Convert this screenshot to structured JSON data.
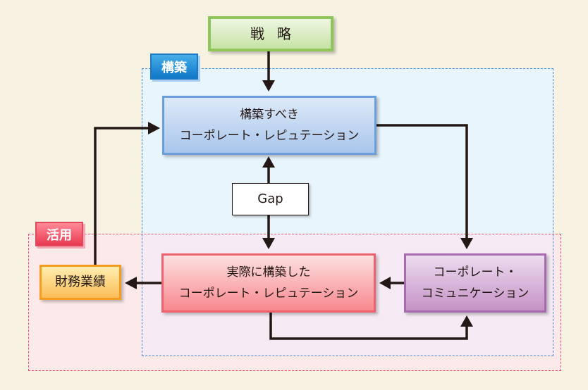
{
  "regions": {
    "build": {
      "label": "構築",
      "color": "#4a85cc"
    },
    "use": {
      "label": "活用",
      "color": "#e8506a"
    }
  },
  "nodes": {
    "strategy": {
      "label": "戦略"
    },
    "target_reputation": {
      "line1": "構築すべき",
      "line2": "コーポレート・レピュテーション"
    },
    "gap": {
      "label": "Gap"
    },
    "actual_reputation": {
      "line1": "実際に構築した",
      "line2": "コーポレート・レピュテーション"
    },
    "corporate_communication": {
      "line1": "コーポレート・",
      "line2": "コミュニケーション"
    },
    "financial_performance": {
      "label": "財務業績"
    }
  },
  "edges": [
    {
      "from": "strategy",
      "to": "target_reputation"
    },
    {
      "from": "gap",
      "to": "target_reputation"
    },
    {
      "from": "gap",
      "to": "actual_reputation"
    },
    {
      "from": "target_reputation",
      "to": "corporate_communication"
    },
    {
      "from": "corporate_communication",
      "to": "actual_reputation"
    },
    {
      "from": "actual_reputation",
      "to": "corporate_communication"
    },
    {
      "from": "actual_reputation",
      "to": "financial_performance"
    },
    {
      "from": "financial_performance",
      "to": "target_reputation"
    }
  ],
  "colors": {
    "background": "#f8f2e3",
    "arrow": "#231815"
  }
}
